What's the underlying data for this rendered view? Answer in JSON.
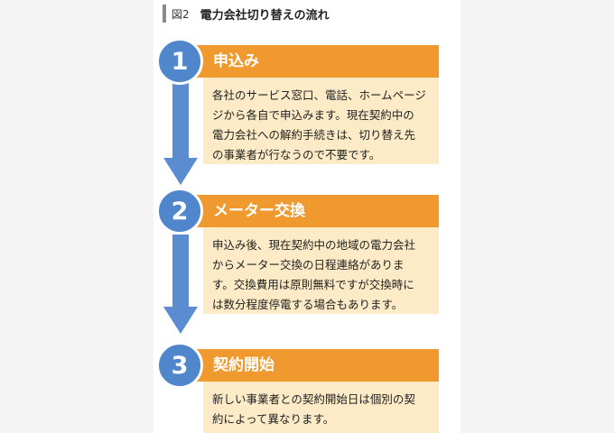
{
  "figure": {
    "number": "図2",
    "title": "電力会社切り替えの流れ"
  },
  "steps": [
    {
      "number": "1",
      "title": "申込み",
      "lines": [
        "各社のサービス窓口、電話、ホームページ",
        "ジから各自で申込みます。現在契約中の",
        "電力会社への解約手続きは、切り替え先",
        "の事業者が行なうので不要です。"
      ]
    },
    {
      "number": "2",
      "title": "メーター交換",
      "lines": [
        "申込み後、現在契約中の地域の電力会社",
        "からメーター交換の日程連絡がありま",
        "す。交換費用は原則無料ですが交換時に",
        "は数分程度停電する場合もあります。"
      ]
    },
    {
      "number": "3",
      "title": "契約開始",
      "lines": [
        "新しい事業者との契約開始日は個別の契",
        "約によって異なります。"
      ]
    }
  ],
  "colors": {
    "accent_orange": "#f0992f",
    "body_fill": "#fcebc6",
    "arrow_blue": "#5b8bd0",
    "circle_blue": "#4f86cc"
  }
}
